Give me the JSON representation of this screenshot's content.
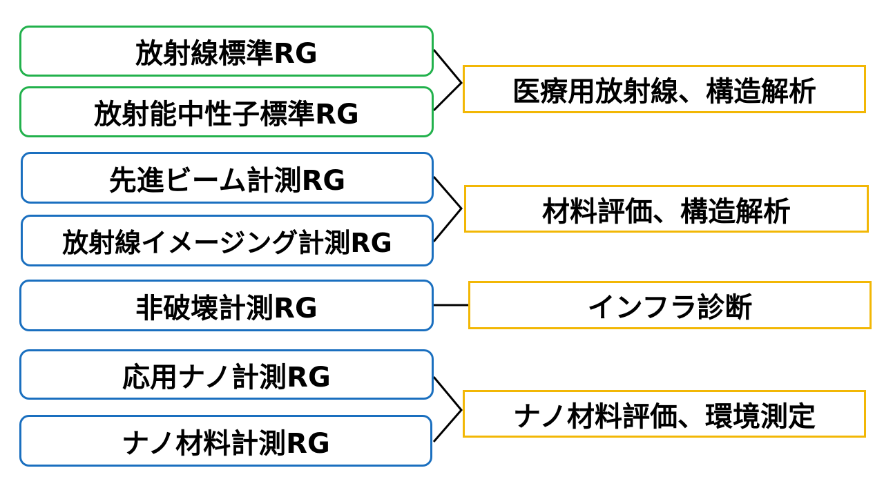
{
  "groups": {
    "radiation_standard": "放射線標準RG",
    "radioactivity_standard": "放射能中性子標準RG",
    "advanced_beam": "先進ビーム計測RG",
    "radiation_imaging": "放射線イメージング計測RG",
    "nondestructive": "非破壊計測RG",
    "applied_nano": "応用ナノ計測RG",
    "nano_materials": "ナノ材料計測RG"
  },
  "applications": {
    "medical": "医療用放射線、構造解析",
    "materials": "材料評価、構造解析",
    "infrastructure": "インフラ診断",
    "nano_env": "ナノ材料評価、環境測定"
  },
  "colors": {
    "green_border": "#22b14c",
    "blue_border": "#1a6fbf",
    "yellow_border": "#f2b705",
    "connector": "#000000"
  }
}
